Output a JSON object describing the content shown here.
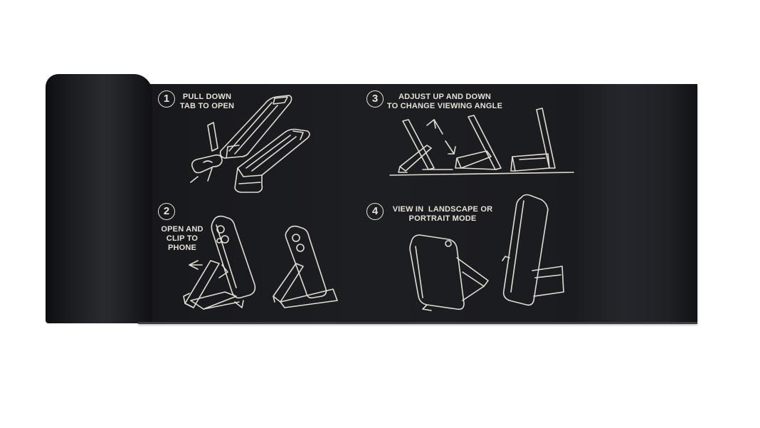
{
  "steps": [
    {
      "number": "1",
      "text": "PULL DOWN\nTAB TO OPEN"
    },
    {
      "number": "2",
      "text": "OPEN AND\nCLIP TO\nPHONE"
    },
    {
      "number": "3",
      "text": "ADJUST UP AND DOWN\nTO CHANGE VIEWING ANGLE"
    },
    {
      "number": "4",
      "text": "VIEW IN  LANDSCAPE OR\nPORTRAIT MODE"
    }
  ],
  "colors": {
    "plate": "#1b1c20",
    "engraving": "#e2ddd2",
    "background": "#ffffff"
  },
  "icons": [
    "hand-pull-icon",
    "stand-folded-icon",
    "stand-open-icon",
    "phone-clip-icon",
    "angle-adjust-icon",
    "landscape-phone-icon",
    "portrait-phone-icon"
  ]
}
